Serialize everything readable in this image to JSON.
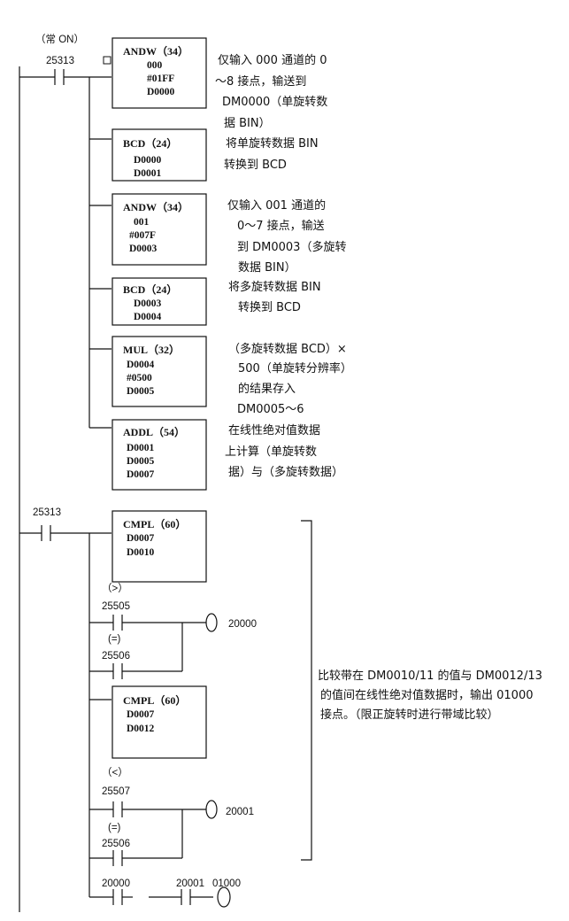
{
  "rung1": {
    "header": "（常 ON）",
    "contact": "25313",
    "blocks": [
      {
        "title": "ANDW（34）",
        "ops": [
          "000",
          "#01FF",
          "D0000"
        ]
      },
      {
        "title": "BCD（24）",
        "ops": [
          "D0000",
          "D0001"
        ]
      },
      {
        "title": "ANDW（34）",
        "ops": [
          "001",
          "#007F",
          "D0003"
        ]
      },
      {
        "title": "BCD（24）",
        "ops": [
          "D0003",
          "D0004"
        ]
      },
      {
        "title": "MUL（32）",
        "ops": [
          "D0004",
          "#0500",
          "D0005"
        ]
      },
      {
        "title": "ADDL（54）",
        "ops": [
          "D0001",
          "D0005",
          "D0007"
        ]
      }
    ],
    "notes": [
      [
        "仅输入 000 通道的 0",
        "～8 接点，输送到",
        "DM0000（单旋转数",
        "据 BIN）"
      ],
      [
        "将单旋转数据 BIN",
        "转换到 BCD"
      ],
      [
        "仅输入 001 通道的",
        "0～7 接点，输送",
        "到 DM0003（多旋转",
        "数据 BIN）"
      ],
      [
        "将多旋转数据 BIN",
        "转换到 BCD"
      ],
      [
        "（多旋转数据 BCD）×",
        "500（单旋转分辨率）",
        "的结果存入",
        "DM0005～6"
      ],
      [
        "在线性绝对值数据",
        "上计算（单旋转数",
        "据）与（多旋转数据）"
      ]
    ]
  },
  "rung2": {
    "contact": "25313",
    "cmp1": {
      "title": "CMPL（60）",
      "ops": [
        "D0007",
        "D0010"
      ]
    },
    "gt_label": "（>）",
    "c25505": "25505",
    "eq_label1": "(=)",
    "c25506a": "25506",
    "coil1": "20000",
    "cmp2": {
      "title": "CMPL（60）",
      "ops": [
        "D0007",
        "D0012"
      ]
    },
    "lt_label": "（<）",
    "c25507": "25507",
    "eq_label2": "(=)",
    "c25506b": "25506",
    "coil2": "20001",
    "c20000": "20000",
    "c20001": "20001",
    "out01000": "01000",
    "note": [
      "比较带在 DM0010/11 的值与 DM0012/13",
      "的值间在线性绝对值数据时，输出 01000",
      "接点。（限正旋转时进行带域比较）"
    ]
  }
}
